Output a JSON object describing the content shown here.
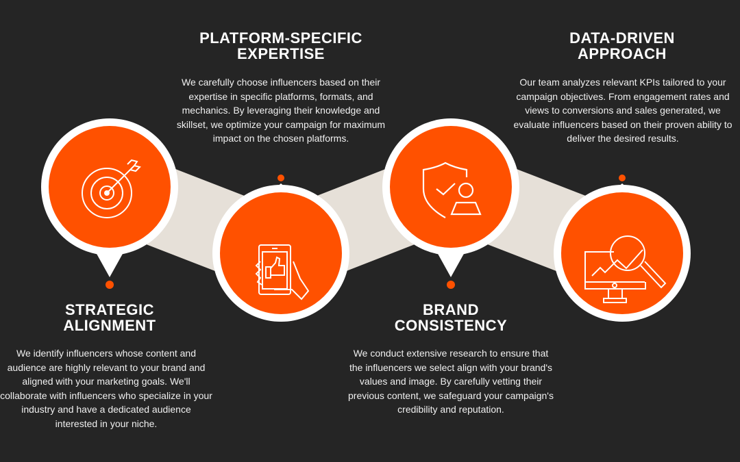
{
  "colors": {
    "background": "#252525",
    "accent": "#ff5100",
    "band": "#e6e0d8",
    "ring": "#ffffff"
  },
  "steps": [
    {
      "icon": "target-arrow-icon",
      "title_line1": "STRATEGIC",
      "title_line2": "ALIGNMENT",
      "description": "We identify influencers whose content and audience are highly relevant to your brand and aligned with your marketing goals. We'll collaborate with influencers who specialize in your industry and have a dedicated audience interested in your niche."
    },
    {
      "icon": "phone-thumbs-up-icon",
      "title_line1": "PLATFORM-SPECIFIC",
      "title_line2": "EXPERTISE",
      "description": "We carefully choose influencers based on their expertise in specific platforms, formats, and mechanics. By leveraging their knowledge and skillset, we optimize your campaign for maximum impact on the chosen platforms."
    },
    {
      "icon": "shield-check-user-icon",
      "title_line1": "BRAND",
      "title_line2": "CONSISTENCY",
      "description": "We conduct extensive research to ensure that the influencers we select align with your brand's values and image. By carefully vetting their previous content, we safeguard your campaign's credibility and reputation."
    },
    {
      "icon": "monitor-analytics-icon",
      "title_line1": "DATA-DRIVEN",
      "title_line2": "APPROACH",
      "description": "Our team analyzes relevant KPIs tailored to your campaign objectives. From engagement rates and views to conversions and sales generated, we evaluate influencers based on their proven ability to deliver the desired results."
    }
  ]
}
